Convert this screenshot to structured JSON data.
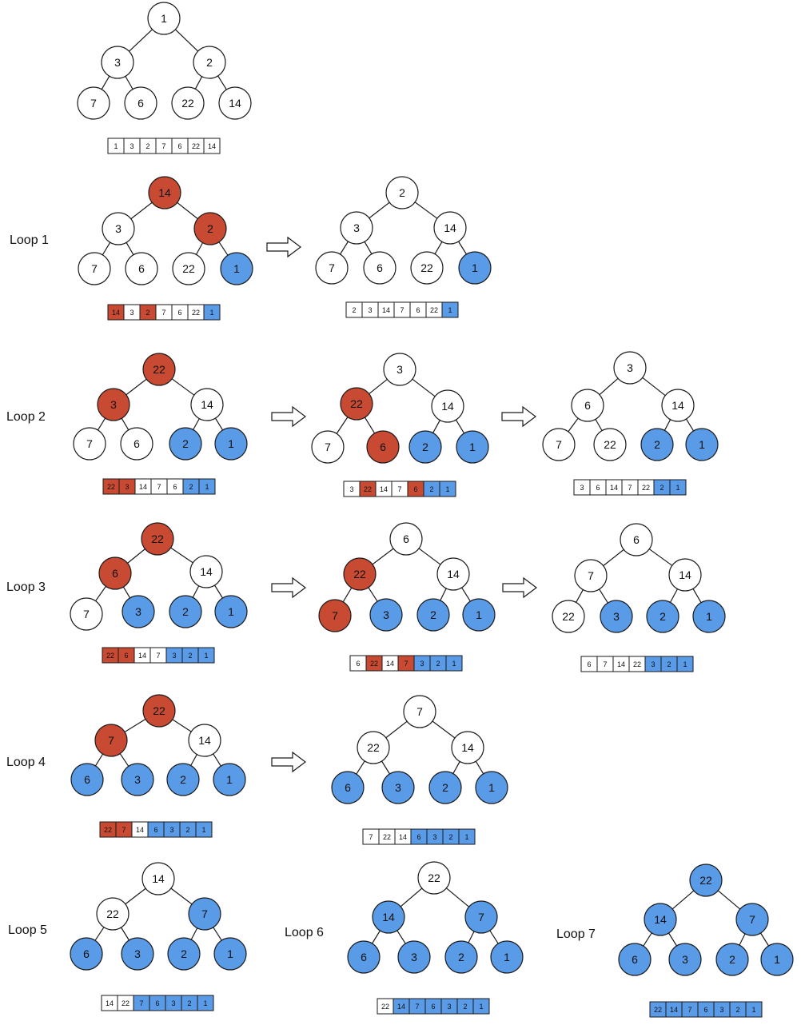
{
  "colors": {
    "white": "#ffffff",
    "red": "#c84a33",
    "blue": "#5a9be8",
    "stroke": "#1a1a1a"
  },
  "loop_labels": [
    "Loop 1",
    "Loop 2",
    "Loop 3",
    "Loop 4",
    "Loop 5",
    "Loop 6",
    "Loop 7"
  ],
  "arrows": [
    "arrow-loop1-a",
    "arrow-loop2-a",
    "arrow-loop2-b",
    "arrow-loop3-a",
    "arrow-loop3-b",
    "arrow-loop4-a"
  ],
  "diagrams": [
    {
      "id": "initial",
      "nodes": [
        {
          "v": "1",
          "c": "w"
        },
        {
          "v": "3",
          "c": "w"
        },
        {
          "v": "2",
          "c": "w"
        },
        {
          "v": "7",
          "c": "w"
        },
        {
          "v": "6",
          "c": "w"
        },
        {
          "v": "22",
          "c": "w"
        },
        {
          "v": "14",
          "c": "w"
        }
      ]
    },
    {
      "id": "loop1-a",
      "nodes": [
        {
          "v": "14",
          "c": "r"
        },
        {
          "v": "3",
          "c": "w"
        },
        {
          "v": "2",
          "c": "r"
        },
        {
          "v": "7",
          "c": "w"
        },
        {
          "v": "6",
          "c": "w"
        },
        {
          "v": "22",
          "c": "w"
        },
        {
          "v": "1",
          "c": "b"
        }
      ]
    },
    {
      "id": "loop1-b",
      "nodes": [
        {
          "v": "2",
          "c": "w"
        },
        {
          "v": "3",
          "c": "w"
        },
        {
          "v": "14",
          "c": "w"
        },
        {
          "v": "7",
          "c": "w"
        },
        {
          "v": "6",
          "c": "w"
        },
        {
          "v": "22",
          "c": "w"
        },
        {
          "v": "1",
          "c": "b"
        }
      ]
    },
    {
      "id": "loop2-a",
      "nodes": [
        {
          "v": "22",
          "c": "r"
        },
        {
          "v": "3",
          "c": "r"
        },
        {
          "v": "14",
          "c": "w"
        },
        {
          "v": "7",
          "c": "w"
        },
        {
          "v": "6",
          "c": "w"
        },
        {
          "v": "2",
          "c": "b"
        },
        {
          "v": "1",
          "c": "b"
        }
      ]
    },
    {
      "id": "loop2-b",
      "nodes": [
        {
          "v": "3",
          "c": "w"
        },
        {
          "v": "22",
          "c": "r"
        },
        {
          "v": "14",
          "c": "w"
        },
        {
          "v": "7",
          "c": "w"
        },
        {
          "v": "6",
          "c": "r"
        },
        {
          "v": "2",
          "c": "b"
        },
        {
          "v": "1",
          "c": "b"
        }
      ]
    },
    {
      "id": "loop2-c",
      "nodes": [
        {
          "v": "3",
          "c": "w"
        },
        {
          "v": "6",
          "c": "w"
        },
        {
          "v": "14",
          "c": "w"
        },
        {
          "v": "7",
          "c": "w"
        },
        {
          "v": "22",
          "c": "w"
        },
        {
          "v": "2",
          "c": "b"
        },
        {
          "v": "1",
          "c": "b"
        }
      ]
    },
    {
      "id": "loop3-a",
      "nodes": [
        {
          "v": "22",
          "c": "r"
        },
        {
          "v": "6",
          "c": "r"
        },
        {
          "v": "14",
          "c": "w"
        },
        {
          "v": "7",
          "c": "w"
        },
        {
          "v": "3",
          "c": "b"
        },
        {
          "v": "2",
          "c": "b"
        },
        {
          "v": "1",
          "c": "b"
        }
      ]
    },
    {
      "id": "loop3-b",
      "nodes": [
        {
          "v": "6",
          "c": "w"
        },
        {
          "v": "22",
          "c": "r"
        },
        {
          "v": "14",
          "c": "w"
        },
        {
          "v": "7",
          "c": "r"
        },
        {
          "v": "3",
          "c": "b"
        },
        {
          "v": "2",
          "c": "b"
        },
        {
          "v": "1",
          "c": "b"
        }
      ]
    },
    {
      "id": "loop3-c",
      "nodes": [
        {
          "v": "6",
          "c": "w"
        },
        {
          "v": "7",
          "c": "w"
        },
        {
          "v": "14",
          "c": "w"
        },
        {
          "v": "22",
          "c": "w"
        },
        {
          "v": "3",
          "c": "b"
        },
        {
          "v": "2",
          "c": "b"
        },
        {
          "v": "1",
          "c": "b"
        }
      ]
    },
    {
      "id": "loop4-a",
      "nodes": [
        {
          "v": "22",
          "c": "r"
        },
        {
          "v": "7",
          "c": "r"
        },
        {
          "v": "14",
          "c": "w"
        },
        {
          "v": "6",
          "c": "b"
        },
        {
          "v": "3",
          "c": "b"
        },
        {
          "v": "2",
          "c": "b"
        },
        {
          "v": "1",
          "c": "b"
        }
      ]
    },
    {
      "id": "loop4-b",
      "nodes": [
        {
          "v": "7",
          "c": "w"
        },
        {
          "v": "22",
          "c": "w"
        },
        {
          "v": "14",
          "c": "w"
        },
        {
          "v": "6",
          "c": "b"
        },
        {
          "v": "3",
          "c": "b"
        },
        {
          "v": "2",
          "c": "b"
        },
        {
          "v": "1",
          "c": "b"
        }
      ]
    },
    {
      "id": "loop5",
      "nodes": [
        {
          "v": "14",
          "c": "w"
        },
        {
          "v": "22",
          "c": "w"
        },
        {
          "v": "7",
          "c": "b"
        },
        {
          "v": "6",
          "c": "b"
        },
        {
          "v": "3",
          "c": "b"
        },
        {
          "v": "2",
          "c": "b"
        },
        {
          "v": "1",
          "c": "b"
        }
      ]
    },
    {
      "id": "loop6",
      "nodes": [
        {
          "v": "22",
          "c": "w"
        },
        {
          "v": "14",
          "c": "b"
        },
        {
          "v": "7",
          "c": "b"
        },
        {
          "v": "6",
          "c": "b"
        },
        {
          "v": "3",
          "c": "b"
        },
        {
          "v": "2",
          "c": "b"
        },
        {
          "v": "1",
          "c": "b"
        }
      ]
    },
    {
      "id": "loop7",
      "nodes": [
        {
          "v": "22",
          "c": "b"
        },
        {
          "v": "14",
          "c": "b"
        },
        {
          "v": "7",
          "c": "b"
        },
        {
          "v": "6",
          "c": "b"
        },
        {
          "v": "3",
          "c": "b"
        },
        {
          "v": "2",
          "c": "b"
        },
        {
          "v": "1",
          "c": "b"
        }
      ]
    }
  ]
}
